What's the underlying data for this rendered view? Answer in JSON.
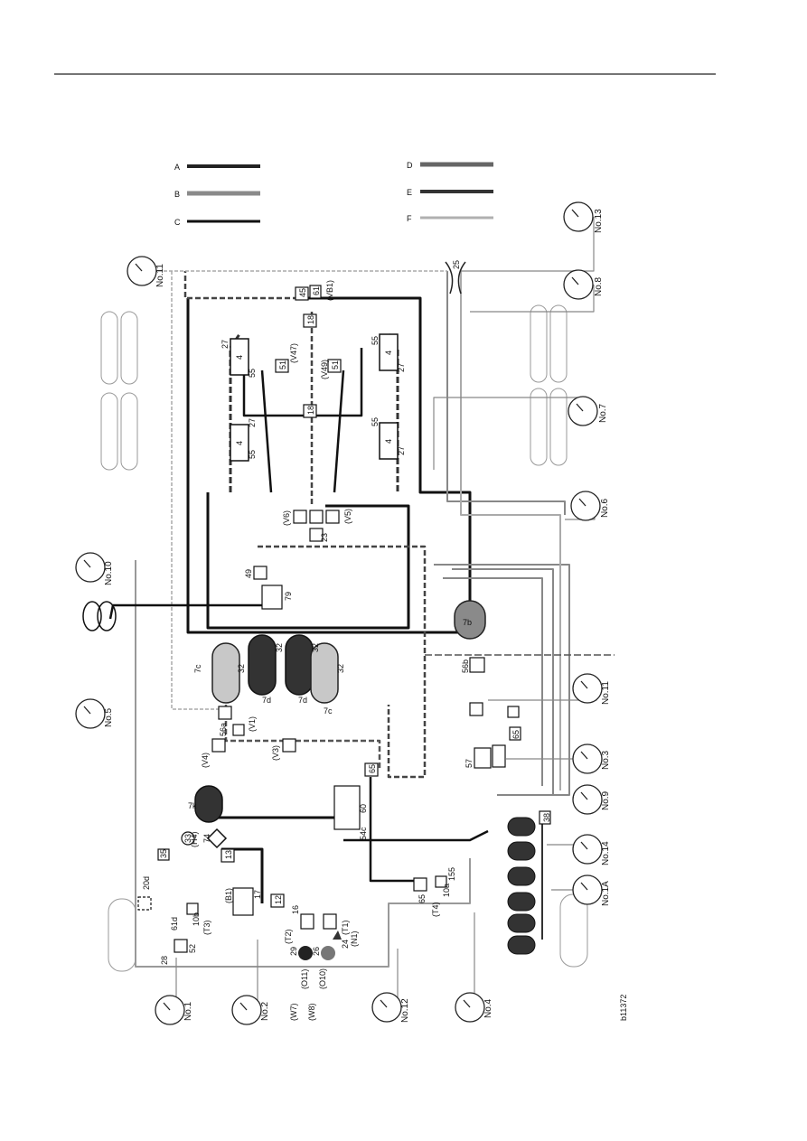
{
  "legend": {
    "labels": [
      "A",
      "B",
      "C",
      "D",
      "E",
      "F"
    ]
  },
  "gauges": {
    "no1": "No.1",
    "no2": "No.2",
    "no4": "No.4",
    "no5": "No.5",
    "no10": "No.10",
    "no11_top": "No.11",
    "no12": "No.12",
    "no13": "No.13",
    "no8": "No.8",
    "no7": "No.7",
    "no6": "No.6",
    "no11_right": "No.11",
    "no3": "No.3",
    "no9": "No.9",
    "no14": "No.14",
    "no1a": "No.1A"
  },
  "tanks": {
    "t7c_left": "7c",
    "t7d_left": "7d",
    "t7d_right": "7d",
    "t7c_right": "7c",
    "t7k": "7k",
    "t7b": "7b"
  },
  "codes": {
    "c45": "45",
    "c61": "61",
    "vb1": "(VB1)",
    "c18_top": "18",
    "v47": "(V47)",
    "v49": "(V49)",
    "c51_a": "51",
    "c51_b": "51",
    "c27_a": "27",
    "c27_b": "27",
    "c27_c": "27",
    "c27_d": "27",
    "c55_a": "55",
    "c55_b": "55",
    "c55_c": "55",
    "c55_d": "55",
    "c18_mid": "18",
    "c4_a": "4",
    "c4_b": "4",
    "c4_c": "4",
    "c4_d": "4",
    "v6": "(V6)",
    "v5": "(V5)",
    "c23": "23",
    "c49": "49",
    "c79": "79",
    "c32_a": "32",
    "c32_b": "32",
    "c32_c": "32",
    "c32_d": "32",
    "c56a": "56a",
    "v1": "(V1)",
    "v4": "(V4)",
    "v3": "(V3)",
    "c65_mid": "65",
    "c60": "60",
    "c54c": "54c",
    "h4": "(H4)",
    "c74": "74",
    "c35": "35",
    "c13": "13",
    "c33": "33",
    "b1": "(B1)",
    "c17": "17",
    "c12": "12",
    "c16": "16",
    "t2": "(T2)",
    "t1": "(T1)",
    "n1": "(N1)",
    "c24": "24",
    "o11": "(O11)",
    "o10": "(O10)",
    "w7": "(W7)",
    "w8": "(W8)",
    "c29": "29",
    "c26": "26",
    "c20d": "20d",
    "c61d": "61d",
    "c10b": "10b",
    "t3": "(T3)",
    "c52": "52",
    "c28": "28",
    "c65_low": "65",
    "c10a": "10a",
    "t4": "(T4)",
    "c155": "155",
    "c25": "25",
    "c56b": "56b",
    "c57": "57",
    "c65_r": "65",
    "c38": "38",
    "fig_id": "b11372"
  }
}
